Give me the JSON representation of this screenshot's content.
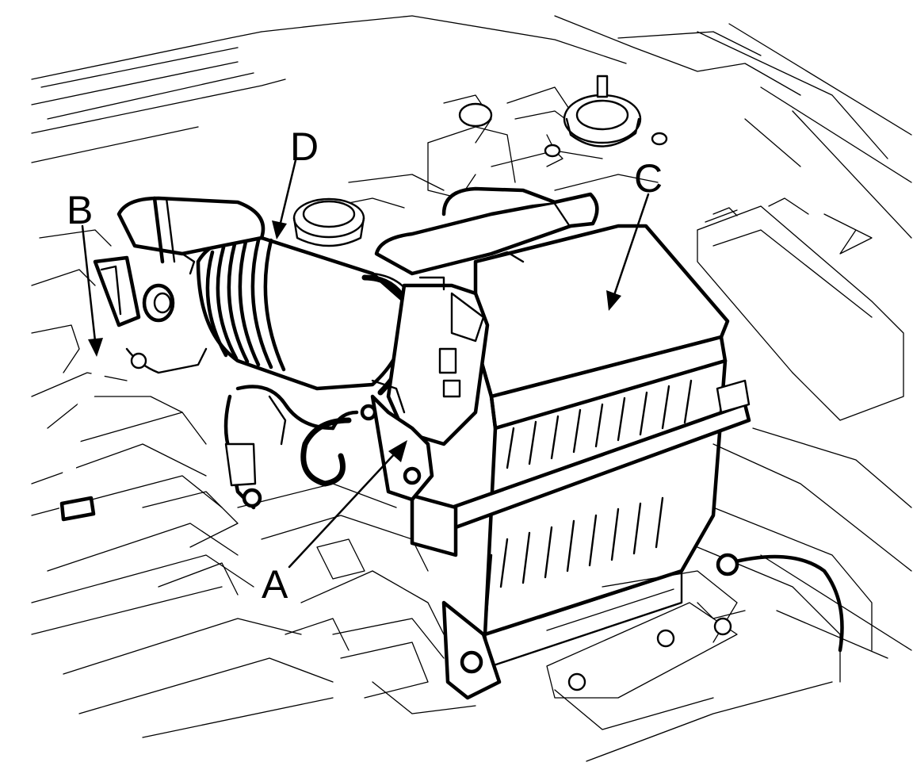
{
  "callouts": {
    "a": "A",
    "b": "B",
    "c": "C",
    "d": "D"
  },
  "parts": [
    {
      "label": "A",
      "icon": "hose-connector-icon"
    },
    {
      "label": "B",
      "icon": "breather-hose-icon"
    },
    {
      "label": "C",
      "icon": "air-cleaner-box-icon"
    },
    {
      "label": "D",
      "icon": "intake-duct-icon"
    }
  ],
  "colors": {
    "ink": "#000000",
    "background": "#ffffff"
  }
}
